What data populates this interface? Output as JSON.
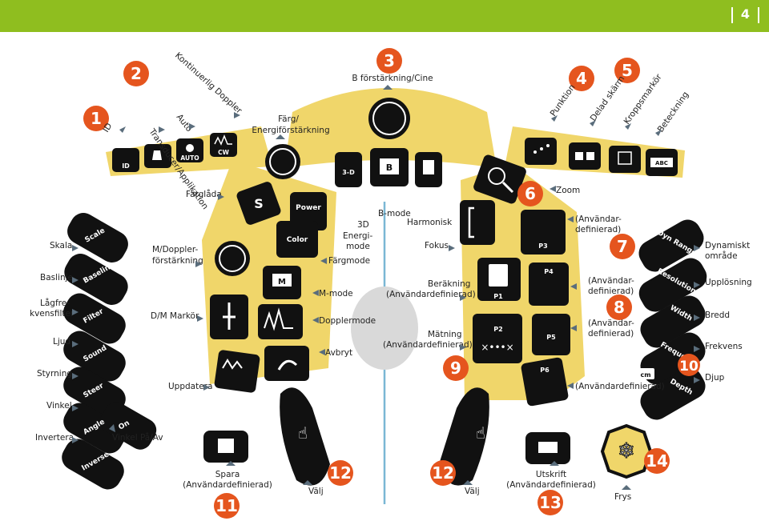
{
  "page_number": "4",
  "colors": {
    "accent": "#8fbe1f",
    "panel": "#f0d66a",
    "key": "#111111",
    "callout": "#e5551e",
    "line": "#7ab7d4",
    "marker": "#5a6d7c"
  },
  "callouts": [
    "1",
    "2",
    "3",
    "4",
    "5",
    "6",
    "7",
    "8",
    "9",
    "12",
    "11",
    "12",
    "13",
    "14",
    "10"
  ],
  "labels": {
    "id": "ID",
    "transducer": "Transducer/Applikation",
    "auto": "Auto",
    "cw": "Kontinuerlig Doppler",
    "color_gain": "Färg/",
    "color_gain2": "Energiförstärkning",
    "b_gain": "B förstärkning/Cine",
    "puncture": "Punktion",
    "split": "Delad skärm",
    "bodymark": "Kroppsmarkör",
    "annotation": "Beteckning",
    "zoom": "Zoom",
    "colorbox": "Färglåda",
    "md_gain": "M/Doppler-",
    "md_gain2": "förstärkning",
    "dm_marker": "D/M Markör",
    "update": "Uppdatera",
    "threeD": "3D",
    "power": "Energi-",
    "power2": "mode",
    "colormode": "Färgmode",
    "mmode": "M-mode",
    "doppler": "Dopplermode",
    "cancel": "Avbryt",
    "bmode": "B-mode",
    "harmonic": "Harmonisk",
    "focus": "Fokus",
    "calc": "Beräkning",
    "calc2": "(Användardefinierad)",
    "measure": "Mätning",
    "measure2": "(Användardefinierad)",
    "userdef_a": "(Användar-",
    "userdef_a2": "definierad)",
    "userdef_b": "(Användar-",
    "userdef_b2": "definierad)",
    "userdef_c": "(Användar-",
    "userdef_c2": "definierad)",
    "userdef_d": "(Användardefinierad)",
    "scale": "Skala",
    "baseline": "Baslinje",
    "filter": "Lågfre-",
    "filter2": "kvensfilter",
    "sound": "Ljud",
    "steer": "Styrning",
    "angle": "Vinkel",
    "invert": "Invertera",
    "angle_onoff": "Vinkel På/Av",
    "dyn": "Dynamiskt",
    "dyn2": "område",
    "res": "Upplösning",
    "width": "Bredd",
    "freq": "Frekvens",
    "depth": "Djup",
    "save": "Spara",
    "save2": "(Användardefinierad)",
    "select_l": "Välj",
    "select_r": "Välj",
    "print": "Utskrift",
    "print2": "(Användardefinierad)",
    "freeze": "Frys"
  },
  "keys": {
    "id": "ID",
    "auto": "AUTO",
    "cw": "CW",
    "threeD": "3-D",
    "b": "B",
    "power": "Power",
    "color": "Color",
    "m": "M",
    "p1": "P1",
    "p2": "P2",
    "p3": "P3",
    "p4": "P4",
    "p5": "P5",
    "p6": "P6",
    "abc": "ABC",
    "cm": "cm",
    "scale": "Scale",
    "baseline": "Baseline",
    "filter": "Filter",
    "sound": "Sound",
    "steer": "Steer",
    "angle": "Angle",
    "inverse": "Inverse",
    "on": "On",
    "dyn": "Dyn Range",
    "res": "Resolution",
    "width": "Width",
    "freq": "Frequency",
    "depth": "Depth"
  }
}
